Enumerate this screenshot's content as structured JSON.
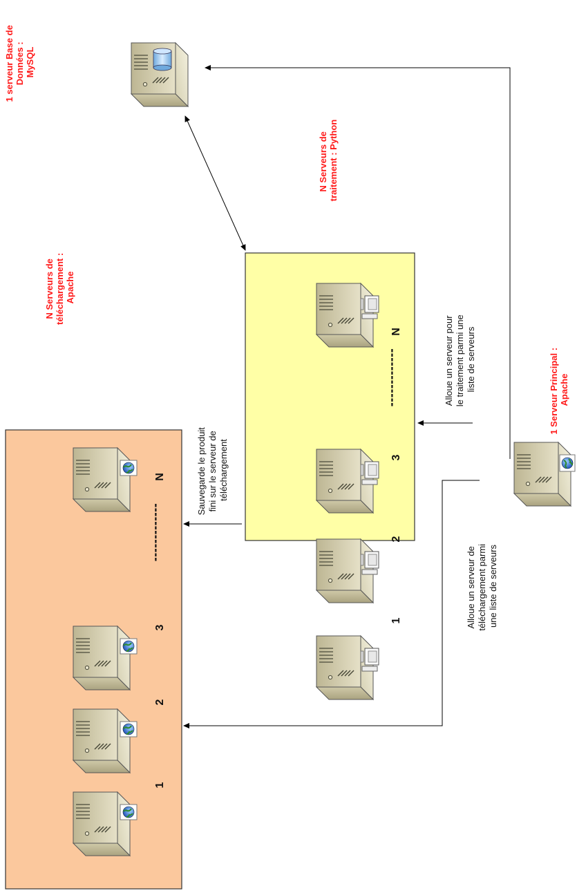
{
  "labels": {
    "db_server": [
      "1 serveur Base de",
      "Données :",
      "MySQL"
    ],
    "processing_servers": [
      "N Serveurs de",
      "traitement : Python"
    ],
    "download_servers": [
      "N Serveurs de",
      "téléchargement :",
      "Apache"
    ],
    "main_server": [
      "1 Serveur Principal :",
      "Apache"
    ]
  },
  "annotations": {
    "allocate_processing": [
      "Alloue un serveur pour",
      "le traitement parmi une",
      "liste de serveurs"
    ],
    "save_product": [
      "Sauvegarde le produit",
      "fini sur le serveur de",
      "téléchargement"
    ],
    "allocate_download": [
      "Alloue un serveur de",
      "téléchargement parmi",
      "une liste de serveurs"
    ]
  },
  "processing_group": {
    "numbers": [
      "1",
      "2",
      "3",
      "N"
    ],
    "dots": "-------------"
  },
  "download_group": {
    "numbers": [
      "1",
      "2",
      "3",
      "N"
    ],
    "dots": "-------------"
  },
  "colors": {
    "download_box": "#fbc89d",
    "processing_box": "#ffffa6",
    "label_red": "#ff1a1a"
  },
  "icons": {
    "db_server": "database-server-icon",
    "main_server": "web-server-icon",
    "processing_server": "processing-server-icon",
    "download_server": "download-server-icon"
  }
}
